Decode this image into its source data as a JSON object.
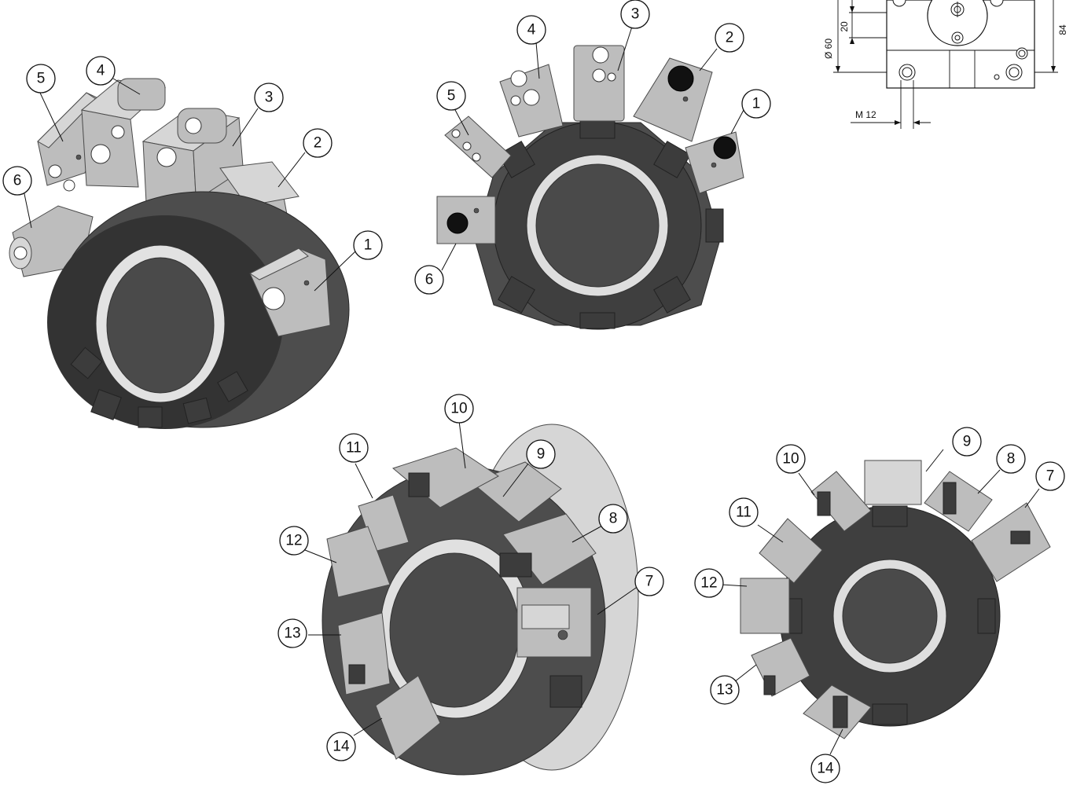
{
  "figure": {
    "background": "#ffffff",
    "colors": {
      "housing": "#4d4d4d",
      "ring": "#d9d9d9",
      "holder": "#bdbdbd",
      "line": "#111111"
    }
  },
  "views": [
    {
      "id": "iso-top",
      "callouts": [
        "1",
        "2",
        "3",
        "4",
        "5",
        "6"
      ]
    },
    {
      "id": "front-top",
      "callouts": [
        "1",
        "2",
        "3",
        "4",
        "5",
        "6"
      ]
    },
    {
      "id": "iso-bottom",
      "callouts": [
        "7",
        "8",
        "9",
        "10",
        "11",
        "12",
        "13",
        "14"
      ]
    },
    {
      "id": "front-bottom",
      "callouts": [
        "7",
        "8",
        "9",
        "10",
        "11",
        "12",
        "13",
        "14"
      ]
    }
  ],
  "dimensions": {
    "dia": "Ø 60",
    "d20": "20",
    "d84": "84",
    "thread": "M 12"
  }
}
